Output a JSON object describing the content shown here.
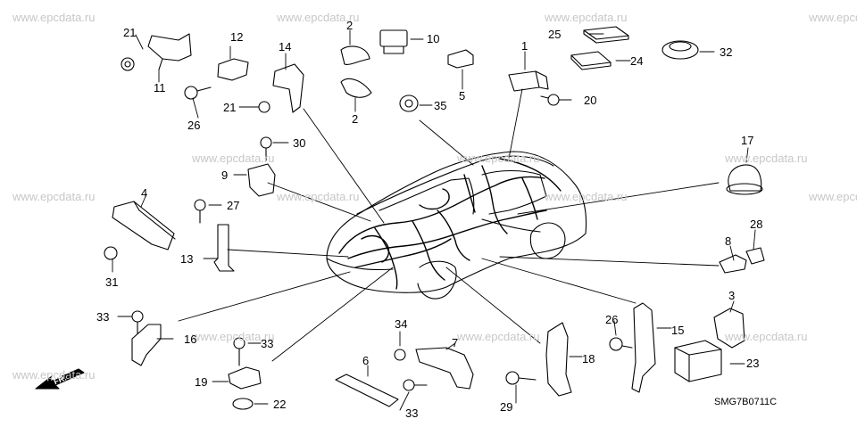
{
  "watermark": "www.epcdata.ru",
  "diagram_code": "SMG7B0711C",
  "direction_label": "FR.",
  "parts": [
    {
      "id": "p1",
      "label": "1"
    },
    {
      "id": "p2a",
      "label": "2"
    },
    {
      "id": "p2b",
      "label": "2"
    },
    {
      "id": "p3",
      "label": "3"
    },
    {
      "id": "p4",
      "label": "4"
    },
    {
      "id": "p5",
      "label": "5"
    },
    {
      "id": "p6",
      "label": "6"
    },
    {
      "id": "p7",
      "label": "7"
    },
    {
      "id": "p8",
      "label": "8"
    },
    {
      "id": "p9",
      "label": "9"
    },
    {
      "id": "p10",
      "label": "10"
    },
    {
      "id": "p11",
      "label": "11"
    },
    {
      "id": "p12",
      "label": "12"
    },
    {
      "id": "p13",
      "label": "13"
    },
    {
      "id": "p14",
      "label": "14"
    },
    {
      "id": "p15",
      "label": "15"
    },
    {
      "id": "p16",
      "label": "16"
    },
    {
      "id": "p17",
      "label": "17"
    },
    {
      "id": "p18",
      "label": "18"
    },
    {
      "id": "p19",
      "label": "19"
    },
    {
      "id": "p20",
      "label": "20"
    },
    {
      "id": "p21a",
      "label": "21"
    },
    {
      "id": "p21b",
      "label": "21"
    },
    {
      "id": "p22",
      "label": "22"
    },
    {
      "id": "p23",
      "label": "23"
    },
    {
      "id": "p24",
      "label": "24"
    },
    {
      "id": "p25",
      "label": "25"
    },
    {
      "id": "p26a",
      "label": "26"
    },
    {
      "id": "p26b",
      "label": "26"
    },
    {
      "id": "p27",
      "label": "27"
    },
    {
      "id": "p28",
      "label": "28"
    },
    {
      "id": "p29",
      "label": "29"
    },
    {
      "id": "p30",
      "label": "30"
    },
    {
      "id": "p31",
      "label": "31"
    },
    {
      "id": "p32",
      "label": "32"
    },
    {
      "id": "p33a",
      "label": "33"
    },
    {
      "id": "p33b",
      "label": "33"
    },
    {
      "id": "p33c",
      "label": "33"
    },
    {
      "id": "p34",
      "label": "34"
    },
    {
      "id": "p35",
      "label": "35"
    }
  ]
}
